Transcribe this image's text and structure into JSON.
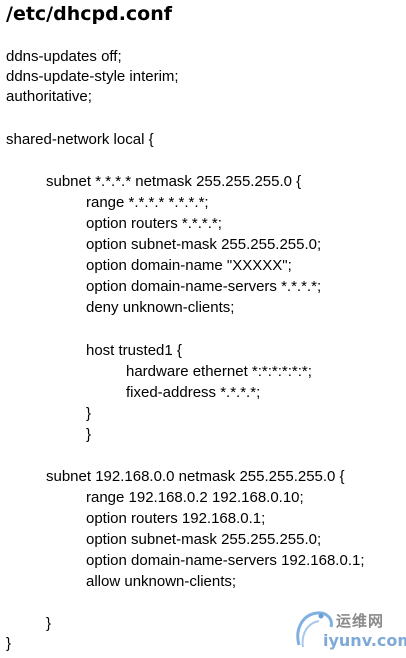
{
  "title": "/etc/dhcpd.conf",
  "lines": [
    "ddns-updates off;",
    "ddns-update-style interim;",
    "authoritative;",
    "",
    "shared-network local {",
    "",
    "subnet *.*.*.* netmask 255.255.255.0 {",
    "range *.*.*.* *.*.*.*;",
    "option routers *.*.*.*;",
    "option subnet-mask 255.255.255.0;",
    "option domain-name \"XXXXX\";",
    "option domain-name-servers *.*.*.*;",
    "deny unknown-clients;",
    "",
    "host trusted1 {",
    "hardware ethernet *:*:*:*:*:*;",
    "fixed-address *.*.*.*;",
    "}",
    "}",
    "",
    "subnet 192.168.0.0 netmask 255.255.255.0 {",
    "range 192.168.0.2 192.168.0.10;",
    "option routers 192.168.0.1;",
    "option subnet-mask 255.255.255.0;",
    "option domain-name-servers 192.168.0.1;",
    "allow unknown-clients;",
    "",
    "}",
    "}"
  ],
  "watermark": {
    "text_cn": "运维网",
    "text_en": "iyunv.com",
    "color_gray": "#8a8a8a",
    "color_blue": "#7fa9d6"
  }
}
